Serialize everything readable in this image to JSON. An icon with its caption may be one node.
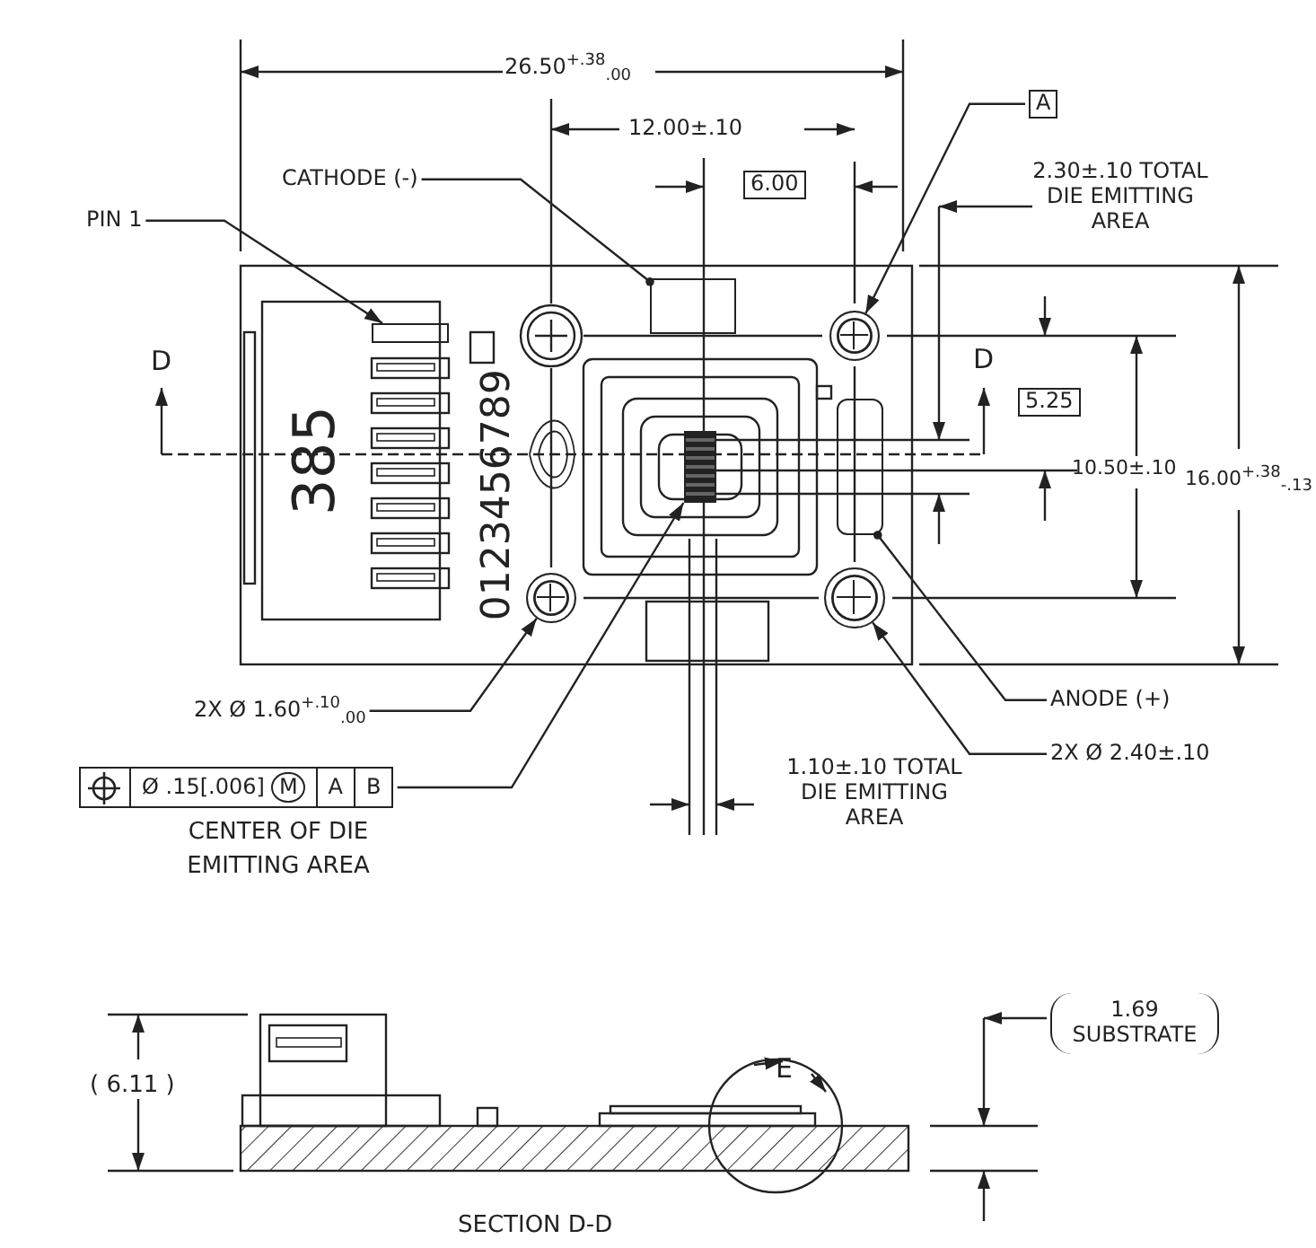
{
  "diagram": {
    "nodes": [
      {
        "text": [
          "PIN 1"
        ]
      },
      {
        "text": [],
        "shape": "box"
      },
      {
        "text": [
          "CATHODE (-)"
        ]
      },
      {
        "text": [],
        "shape": "box"
      },
      {
        "text": [
          "A"
        ]
      },
      {
        "text": [],
        "shape": "circle"
      },
      {
        "text": [
          "2X Ø 1.60$^{+.10}$$_{.00}$"
        ]
      },
      {
        "text": [],
        "shape": "circle"
      },
      {
        "text": [
          "Ø .15[.006]",
          "M",
          "A",
          "B"
        ],
        "beside": [
          "CENTER OF DIE EMITTING AREA"
        ]
      },
      {
        "text": [],
        "shape": "box"
      },
      {
        "text": [
          "ANODE (+)"
        ]
      },
      {
        "text": [],
        "shape": "box"
      },
      {
        "text": [
          "2X Ø 2.40±.10"
        ]
      },
      {
        "text": [],
        "shape": "circle"
      }
    ],
    "edges": [
      {
        "from": 0,
        "to": 1,
        "arrow": "to"
      },
      {
        "from": 2,
        "to": 3,
        "arrow": "other"
      },
      {
        "from": 4,
        "to": 5,
        "arrow": "to"
      },
      {
        "from": 6,
        "to": 7,
        "arrow": "to"
      },
      {
        "from": 8,
        "to": 9,
        "arrow": "to"
      },
      {
        "from": 10,
        "to": 11,
        "arrow": "other"
      },
      {
        "from": 12,
        "to": 13,
        "arrow": "to"
      }
    ],
    "labels": [
      "26.50$^{+.38}$$_{.00}$",
      "12.00±.10",
      "6.00",
      "2.30±.10 TOTAL DIE EMITTING AREA",
      "D",
      "D",
      "5.25",
      "10.50±.10",
      "16.00$^{+.38}$$_{-.13}$",
      "385",
      "0123456789",
      "1.10±.10 TOTAL DIE EMITTING AREA",
      "( 6.11 )",
      "E",
      "1.69 SUBSTRATE",
      "SECTION D-D"
    ]
  }
}
